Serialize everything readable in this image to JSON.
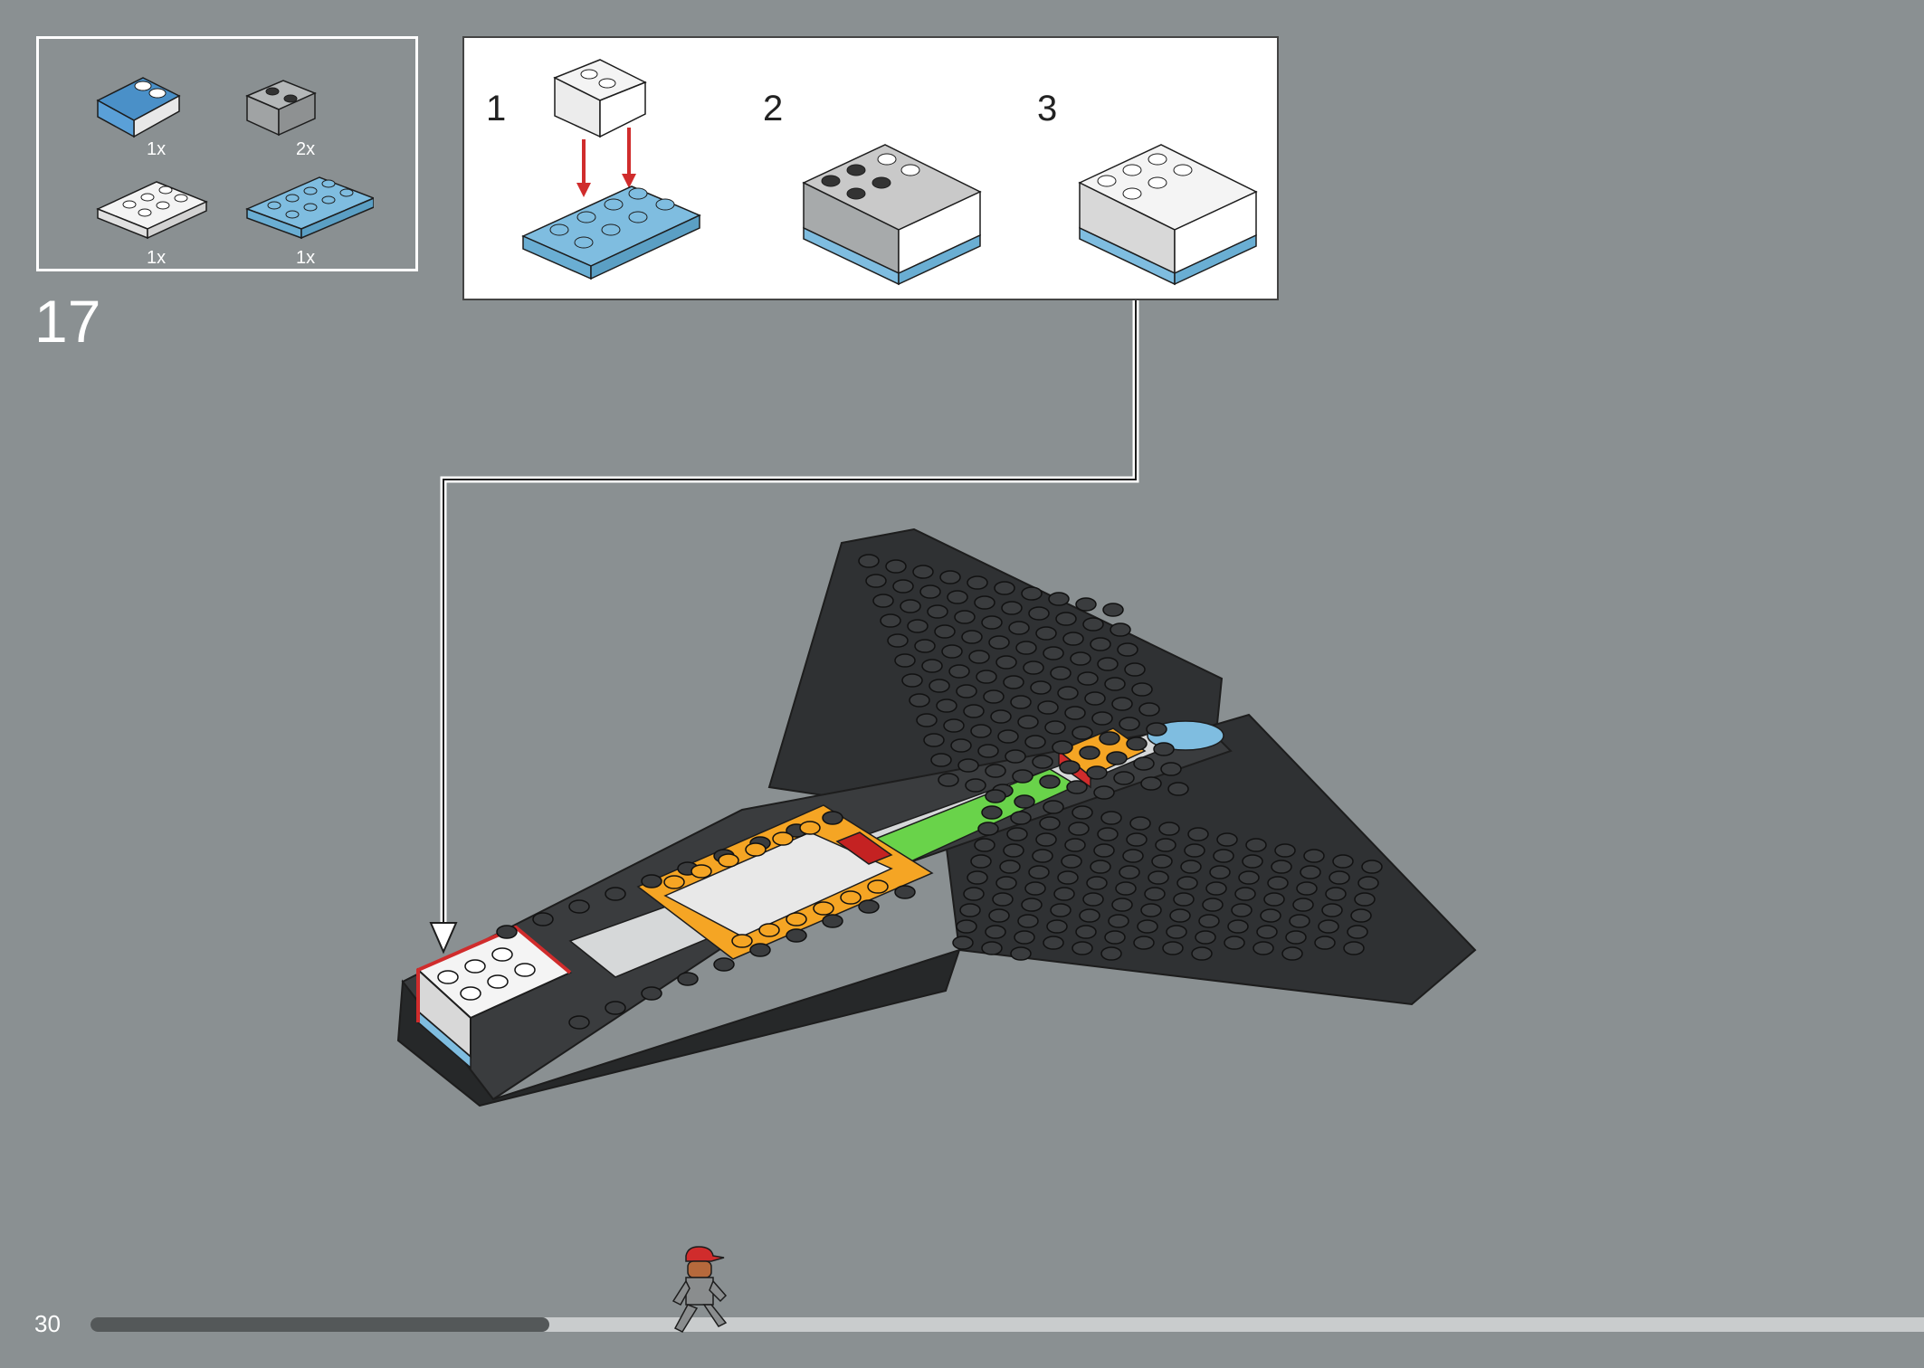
{
  "page": {
    "number": "30"
  },
  "step": {
    "number": "17"
  },
  "parts": [
    {
      "name": "blue-slope-printed",
      "qty": "1x"
    },
    {
      "name": "grey-brick-axle",
      "qty": "2x"
    },
    {
      "name": "white-plate-2x3",
      "qty": "1x"
    },
    {
      "name": "blue-plate-2x4",
      "qty": "1x"
    }
  ],
  "substeps": [
    {
      "label": "1"
    },
    {
      "label": "2"
    },
    {
      "label": "3"
    }
  ],
  "progress": {
    "fraction": 0.25
  },
  "colors": {
    "background": "#8a9092",
    "lego_black": "#2f3133",
    "lego_white": "#f4f4f4",
    "lego_blue": "#7fbde0",
    "lego_grey": "#a7aaab",
    "lego_orange": "#f5a524",
    "lego_green": "#69d34a",
    "arrow_red": "#d02c2c"
  }
}
